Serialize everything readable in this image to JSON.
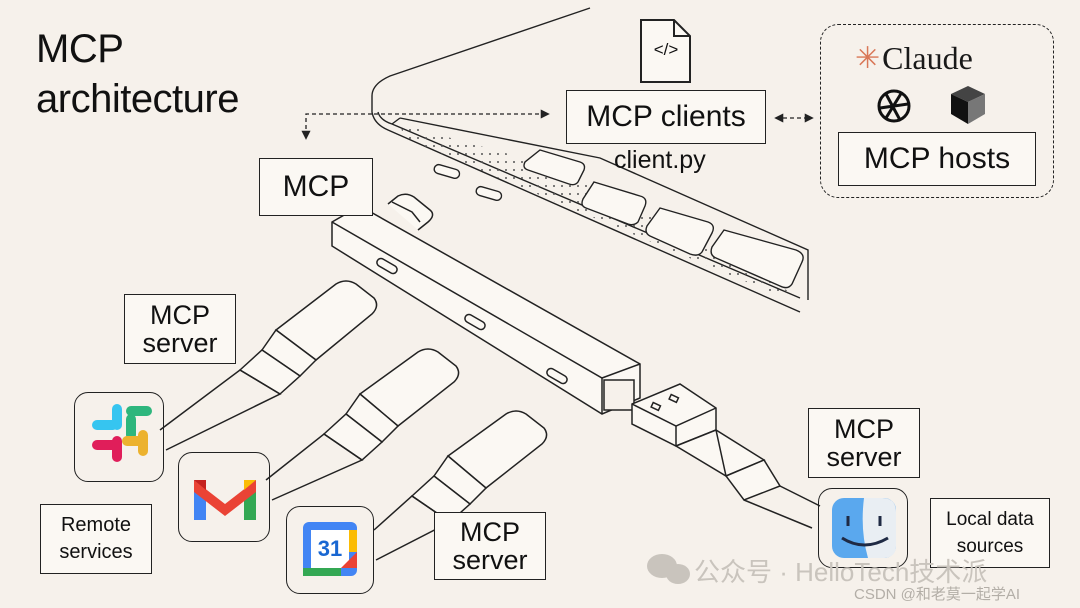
{
  "diagram": {
    "title_line1": "MCP",
    "title_line2": "architecture",
    "labels": {
      "mcp_hub": "MCP",
      "mcp_clients": "MCP clients",
      "client_file": "client.py",
      "mcp_hosts": "MCP hosts",
      "claude": "Claude",
      "server_top_left": "MCP\nserver",
      "server_bottom": "MCP\nserver",
      "server_right": "MCP\nserver",
      "remote_services": "Remote\nservices",
      "local_data_sources": "Local data\nsources"
    },
    "icons": {
      "file_code": "</>",
      "calendar_day": "31"
    }
  },
  "watermark": {
    "main": "公众号 · HelloTech技术派",
    "csdn": "CSDN @和老莫一起学AI"
  },
  "colors": {
    "background": "#f6f1eb",
    "claude_accent": "#d97757",
    "line": "#222222"
  }
}
